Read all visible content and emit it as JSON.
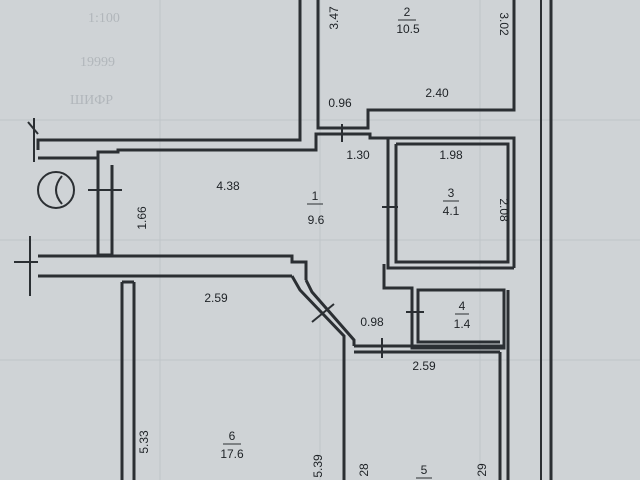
{
  "rooms": [
    {
      "id": "room-1",
      "number": "1",
      "area": "9.6"
    },
    {
      "id": "room-2",
      "number": "2",
      "area": "10.5"
    },
    {
      "id": "room-3",
      "number": "3",
      "area": "4.1"
    },
    {
      "id": "room-4",
      "number": "4",
      "area": "1.4"
    },
    {
      "id": "room-5",
      "number": "5",
      "area": ""
    },
    {
      "id": "room-6",
      "number": "6",
      "area": "17.6"
    }
  ],
  "dimensions": {
    "d_3_47": "3.47",
    "d_3_02": "3.02",
    "d_2_40": "2.40",
    "d_0_96": "0.96",
    "d_1_30": "1.30",
    "d_1_98": "1.98",
    "d_2_08": "2.08",
    "d_4_38": "4.38",
    "d_1_66": "1.66",
    "d_2_59_top": "2.59",
    "d_0_98": "0.98",
    "d_2_59_bottom": "2.59",
    "d_5_33": "5.33",
    "d_5_39": "5.39",
    "d_28": "28",
    "d_29": "29"
  },
  "background_text": [
    "1:100",
    "19999",
    "ШИФР"
  ]
}
